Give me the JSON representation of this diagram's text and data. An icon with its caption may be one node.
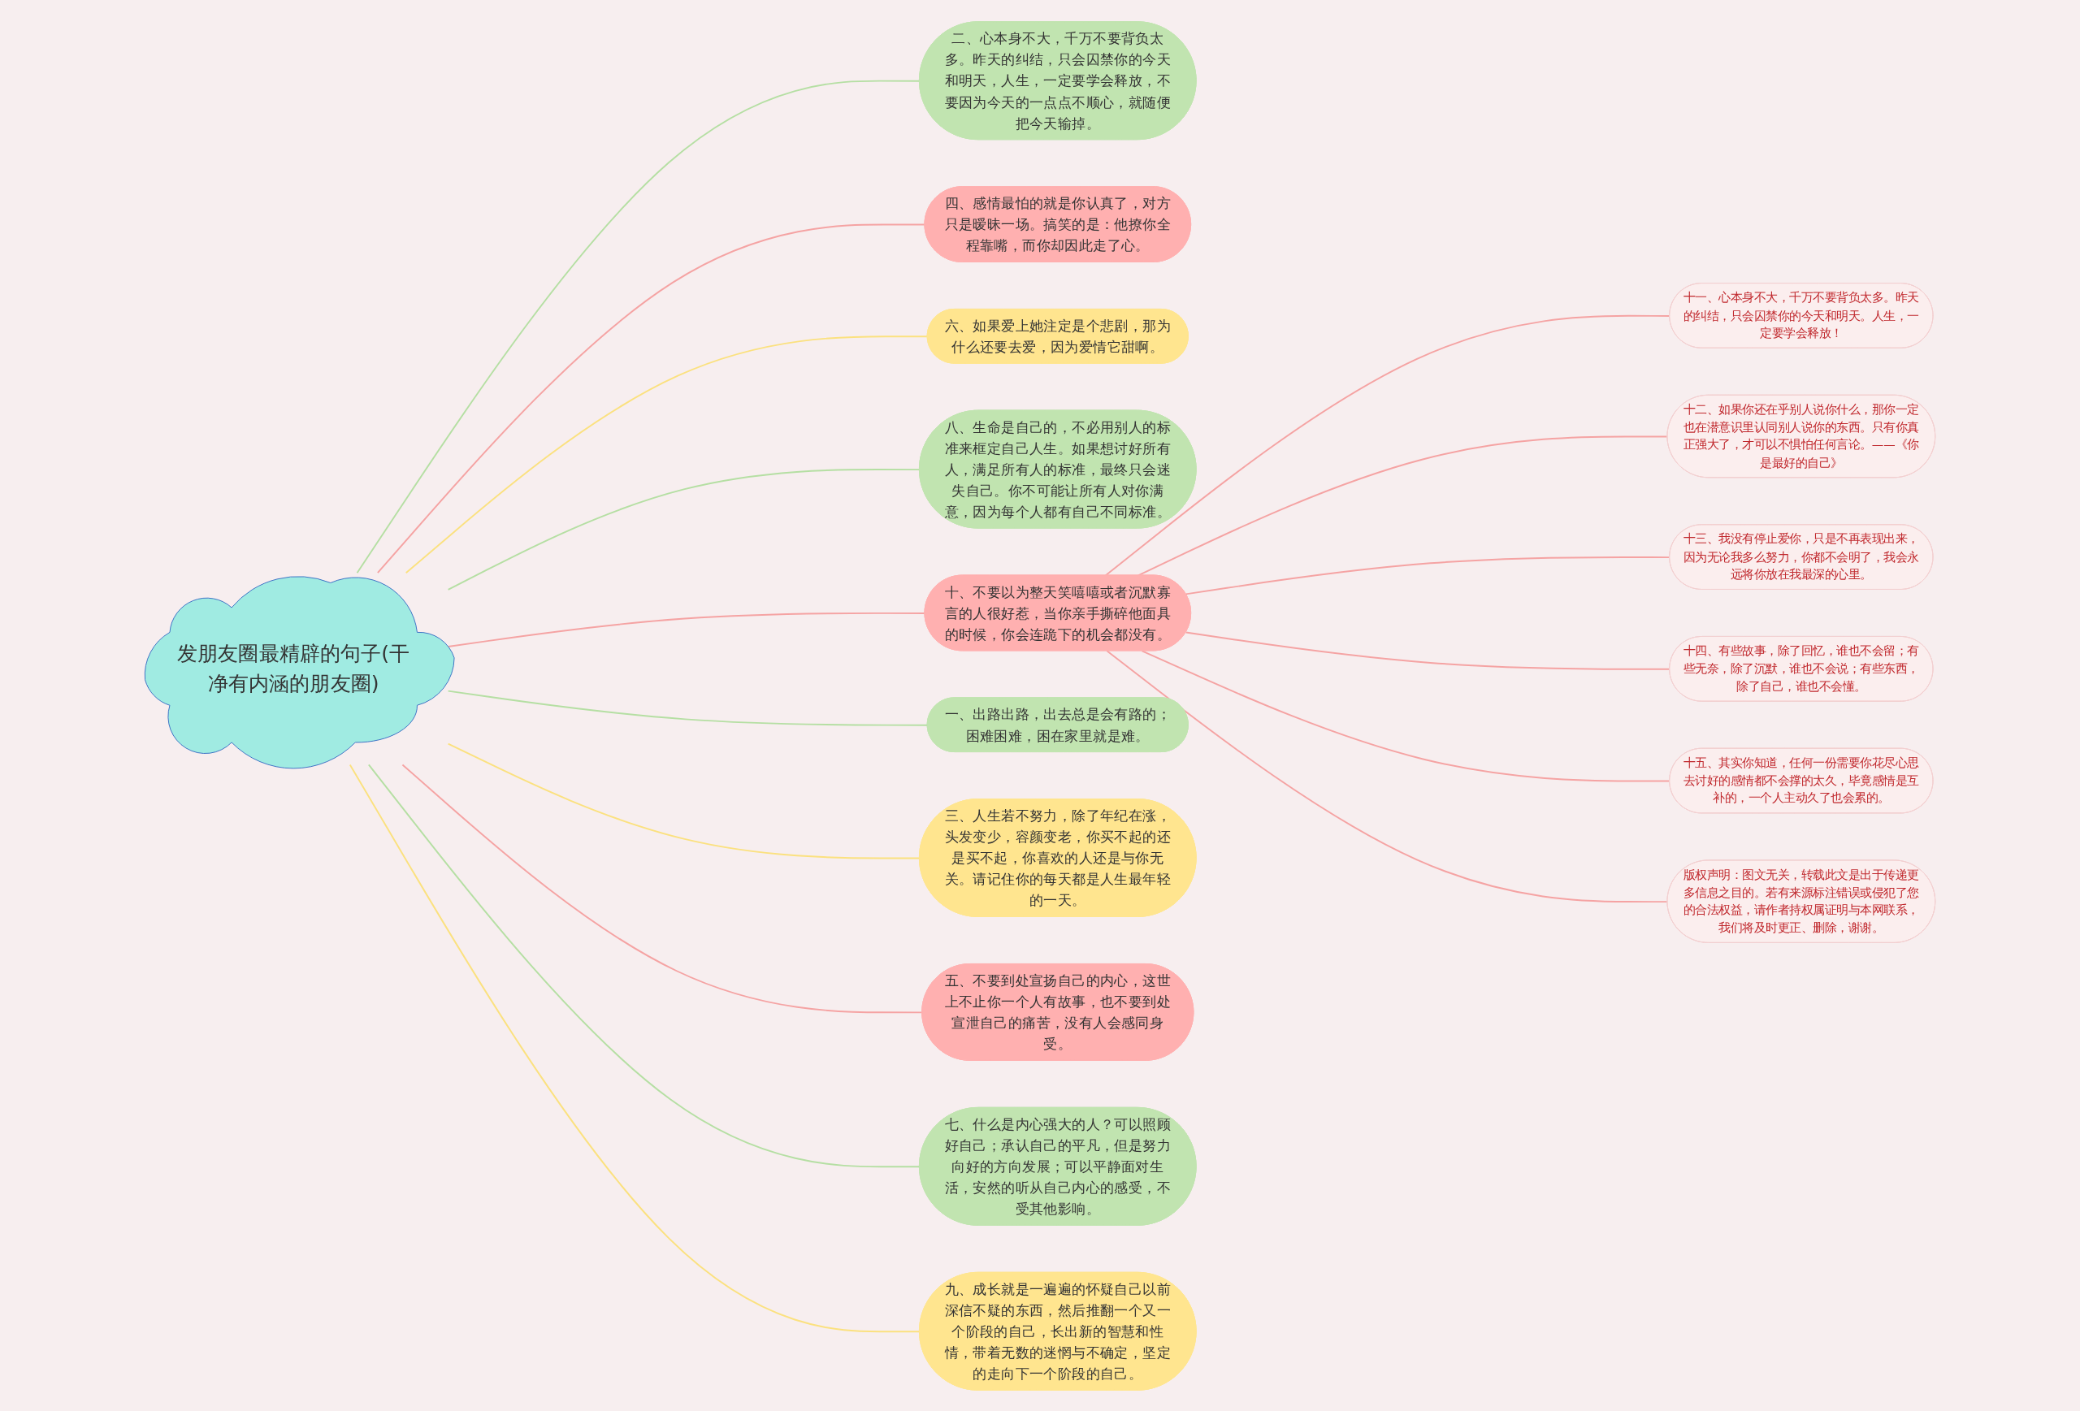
{
  "diagram": {
    "nodes": [
      {
        "text": [
          "发朋友圈最精辟的句子(干净有内涵的朋友圈)"
        ]
      },
      {
        "text": [
          "二、心本身不大，千万不要背负太多。昨天的纠结，只会囚禁你的今天和明天，人生，一定要学会释放，不要因为今天的一点点不顺心，就随便把今天输掉。"
        ]
      },
      {
        "text": [
          "四、感情最怕的就是你认真了，对方只是暧昧一场。搞笑的是：他撩你全程靠嘴，而你却因此走了心。"
        ]
      },
      {
        "text": [
          "六、如果爱上她注定是个悲剧，那为什么还要去爱，因为爱情它甜啊。"
        ]
      },
      {
        "text": [
          "八、生命是自己的，不必用别人的标准来框定自己人生。如果想讨好所有人，满足所有人的标准，最终只会迷失自己。你不可能让所有人对你满意，因为每个人都有自己不同标准。"
        ]
      },
      {
        "text": [
          "十、不要以为整天笑嘻嘻或者沉默寡言的人很好惹，当你亲手撕碎他面具的时候，你会连跪下的机会都没有。"
        ]
      },
      {
        "text": [
          "十一、心本身不大，千万不要背负太多。昨天的纠结，只会囚禁你的今天和明天。人生，一定要学会释放！"
        ]
      },
      {
        "text": [
          "十二、如果你还在乎别人说你什么，那你一定也在潜意识里认同别人说你的东西。只有你真正强大了，才可以不惧怕任何言论。——《你是最好的自己》"
        ]
      },
      {
        "text": [
          "十三、我没有停止爱你，只是不再表现出来，因为无论我多么努力，你都不会明了，我会永远将你放在我最深的心里。"
        ]
      },
      {
        "text": [
          "十四、有些故事，除了回忆，谁也不会留；有些无奈，除了沉默，谁也不会说；有些东西，除了自己，谁也不会懂。"
        ]
      },
      {
        "text": [
          "十五、其实你知道，任何一份需要你花尽心思去讨好的感情都不会撑的太久，毕竟感情是互补的，一个人主动久了也会累的。"
        ]
      },
      {
        "text": [
          "版权声明：图文无关，转载此文是出于传递更多信息之目的。若有来源标注错误或侵犯了您的合法权益，请作者持权属证明与本网联系，我们将及时更正、删除，谢谢。"
        ]
      },
      {
        "text": [
          "一、出路出路，出去总是会有路的；困难困难，困在家里就是难。"
        ]
      },
      {
        "text": [
          "三、人生若不努力，除了年纪在涨，头发变少，容颜变老，你买不起的还是买不起，你喜欢的人还是与你无关。请记住你的每天都是人生最年轻的一天。"
        ]
      },
      {
        "text": [
          "五、不要到处宣扬自己的内心，这世上不止你一个人有故事，也不要到处宣泄自己的痛苦，没有人会感同身受。"
        ]
      },
      {
        "text": [
          "七、什么是内心强大的人？可以照顾好自己；承认自己的平凡，但是努力向好的方向发展；可以平静面对生活，安然的听从自己内心的感受，不受其他影响。"
        ]
      },
      {
        "text": [
          "九、成长就是一遍遍的怀疑自己以前深信不疑的东西，然后推翻一个又一个阶段的自己，长出新的智慧和性情，带着无数的迷惘与不确定，坚定的走向下一个阶段的自己。"
        ]
      }
    ],
    "edges": [
      {
        "from": 0,
        "to": 1,
        "arrow": "none",
        "color": "#b5dfa3"
      },
      {
        "from": 0,
        "to": 2,
        "arrow": "none",
        "color": "#f5a3a3"
      },
      {
        "from": 0,
        "to": 3,
        "arrow": "none",
        "color": "#fbe17f"
      },
      {
        "from": 0,
        "to": 4,
        "arrow": "none",
        "color": "#b5dfa3"
      },
      {
        "from": 0,
        "to": 5,
        "arrow": "none",
        "color": "#f5a3a3"
      },
      {
        "from": 5,
        "to": 6,
        "arrow": "none",
        "color": "#f5a3a3"
      },
      {
        "from": 5,
        "to": 7,
        "arrow": "none",
        "color": "#f5a3a3"
      },
      {
        "from": 5,
        "to": 8,
        "arrow": "none",
        "color": "#f5a3a3"
      },
      {
        "from": 5,
        "to": 9,
        "arrow": "none",
        "color": "#f5a3a3"
      },
      {
        "from": 5,
        "to": 10,
        "arrow": "none",
        "color": "#f5a3a3"
      },
      {
        "from": 5,
        "to": 11,
        "arrow": "none",
        "color": "#f5a3a3"
      },
      {
        "from": 0,
        "to": 12,
        "arrow": "none",
        "color": "#b5dfa3"
      },
      {
        "from": 0,
        "to": 13,
        "arrow": "none",
        "color": "#fbe17f"
      },
      {
        "from": 0,
        "to": 14,
        "arrow": "none",
        "color": "#f5a3a3"
      },
      {
        "from": 0,
        "to": 15,
        "arrow": "none",
        "color": "#b5dfa3"
      },
      {
        "from": 0,
        "to": 16,
        "arrow": "none",
        "color": "#fbe17f"
      }
    ]
  }
}
